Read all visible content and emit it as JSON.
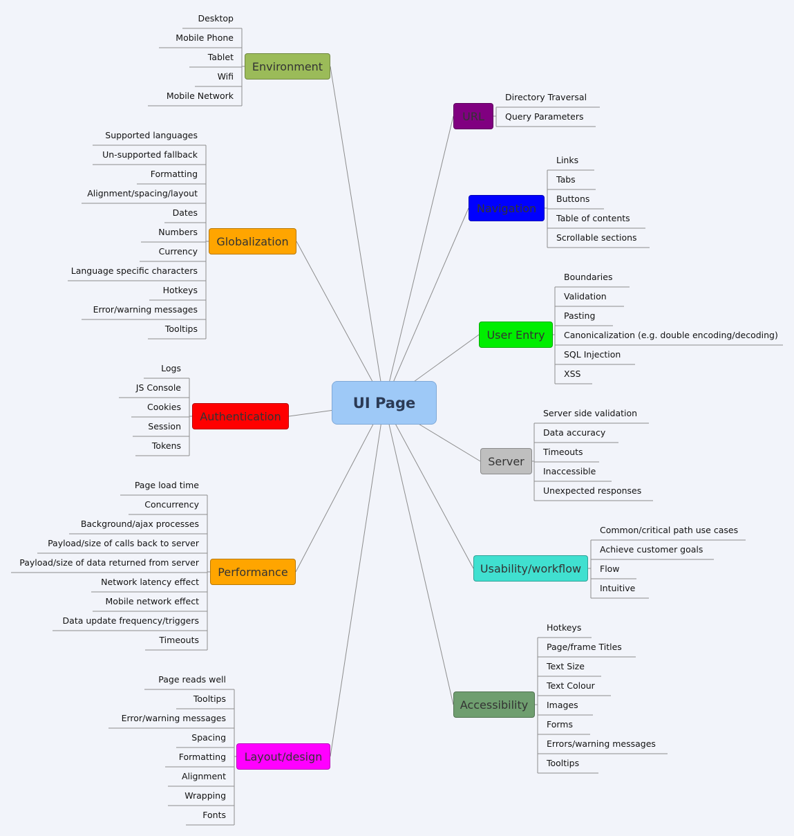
{
  "root": {
    "label": "UI Page",
    "color": "#9ec9f7"
  },
  "branches": [
    {
      "id": "environment",
      "label": "Environment",
      "color": "#9bbb59",
      "text_color": "#333333",
      "items": [
        "Desktop",
        "Mobile Phone",
        "Tablet",
        "Wifi",
        "Mobile Network"
      ]
    },
    {
      "id": "globalization",
      "label": "Globalization",
      "color": "#ffa500",
      "text_color": "#333333",
      "items": [
        "Supported languages",
        "Un-supported fallback",
        "Formatting",
        "Alignment/spacing/layout",
        "Dates",
        "Numbers",
        "Currency",
        "Language specific characters",
        "Hotkeys",
        "Error/warning messages",
        "Tooltips"
      ]
    },
    {
      "id": "authentication",
      "label": "Authentication",
      "color": "#ff0000",
      "text_color": "#333333",
      "items": [
        "Logs",
        "JS Console",
        "Cookies",
        "Session",
        "Tokens"
      ]
    },
    {
      "id": "performance",
      "label": "Performance",
      "color": "#ffa500",
      "text_color": "#333333",
      "items": [
        "Page load time",
        "Concurrency",
        "Background/ajax processes",
        "Payload/size of calls back to server",
        "Payload/size of data returned from server",
        "Network latency effect",
        "Mobile network effect",
        "Data update frequency/triggers",
        "Timeouts"
      ]
    },
    {
      "id": "layout-design",
      "label": "Layout/design",
      "color": "#ff00ff",
      "text_color": "#333333",
      "items": [
        "Page reads well",
        "Tooltips",
        "Error/warning messages",
        "Spacing",
        "Formatting",
        "Alignment",
        "Wrapping",
        "Fonts"
      ]
    },
    {
      "id": "url",
      "label": "URL",
      "color": "#800080",
      "text_color": "#333333",
      "items": [
        "Directory Traversal",
        "Query Parameters"
      ]
    },
    {
      "id": "navigation",
      "label": "Navigation",
      "color": "#0000ff",
      "text_color": "#333333",
      "items": [
        "Links",
        "Tabs",
        "Buttons",
        "Table of contents",
        "Scrollable sections"
      ]
    },
    {
      "id": "user-entry",
      "label": "User Entry",
      "color": "#00ee00",
      "text_color": "#333333",
      "items": [
        "Boundaries",
        "Validation",
        "Pasting",
        "Canonicalization (e.g. double encoding/decoding)",
        "SQL Injection",
        "XSS"
      ]
    },
    {
      "id": "server",
      "label": "Server",
      "color": "#bfbfbf",
      "text_color": "#333333",
      "items": [
        "Server side validation",
        "Data accuracy",
        "Timeouts",
        "Inaccessible",
        "Unexpected responses"
      ]
    },
    {
      "id": "usability-workflow",
      "label": "Usability/workflow",
      "color": "#40e0d0",
      "text_color": "#333333",
      "items": [
        "Common/critical path use cases",
        "Achieve customer goals",
        "Flow",
        "Intuitive"
      ]
    },
    {
      "id": "accessibility",
      "label": "Accessibility",
      "color": "#6f9e6f",
      "text_color": "#333333",
      "items": [
        "Hotkeys",
        "Page/frame Titles",
        "Text Size",
        "Text Colour",
        "Images",
        "Forms",
        "Errors/warning messages",
        "Tooltips"
      ]
    }
  ]
}
